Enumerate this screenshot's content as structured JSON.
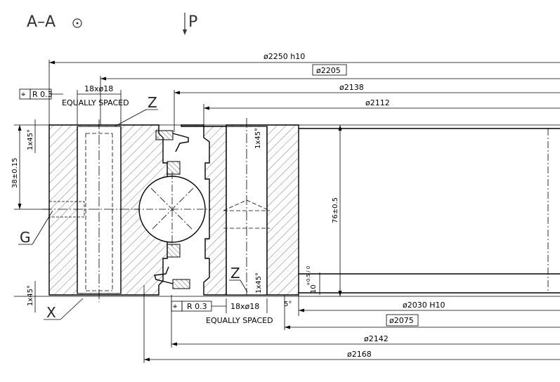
{
  "section_title": "A–A",
  "view_marker": "P",
  "dimensions": {
    "d2250": "ø2250  h10",
    "d2205": "ø2205",
    "d2138": "ø2138",
    "d2112": "ø2112",
    "d2030": "ø2030  H10",
    "d2075": "ø2075",
    "d2142": "ø2142",
    "d2168": "ø2168",
    "holes_top": "18xø18",
    "holes_bottom": "18xø18",
    "equally_spaced_top": "EQUALLY  SPACED",
    "equally_spaced_bottom": "EQUALLY  SPACED",
    "chamfer_tl": "1x45°",
    "chamfer_bl": "1x45°",
    "chamfer_tm": "1x45°",
    "chamfer_bm": "1x45°",
    "height_left": "38±0.15",
    "height_main": "76±0.5",
    "step": "10",
    "step_tol": "+0.5 / 0",
    "angle": "5°"
  },
  "tolerance_frames": {
    "top": {
      "symbol": "⌖",
      "value": "R  0.3"
    },
    "bottom": {
      "symbol": "⌖",
      "value": "R  0.3"
    }
  },
  "labels": {
    "z_top": "Z",
    "z_bottom": "Z",
    "g": "G",
    "x": "X"
  }
}
